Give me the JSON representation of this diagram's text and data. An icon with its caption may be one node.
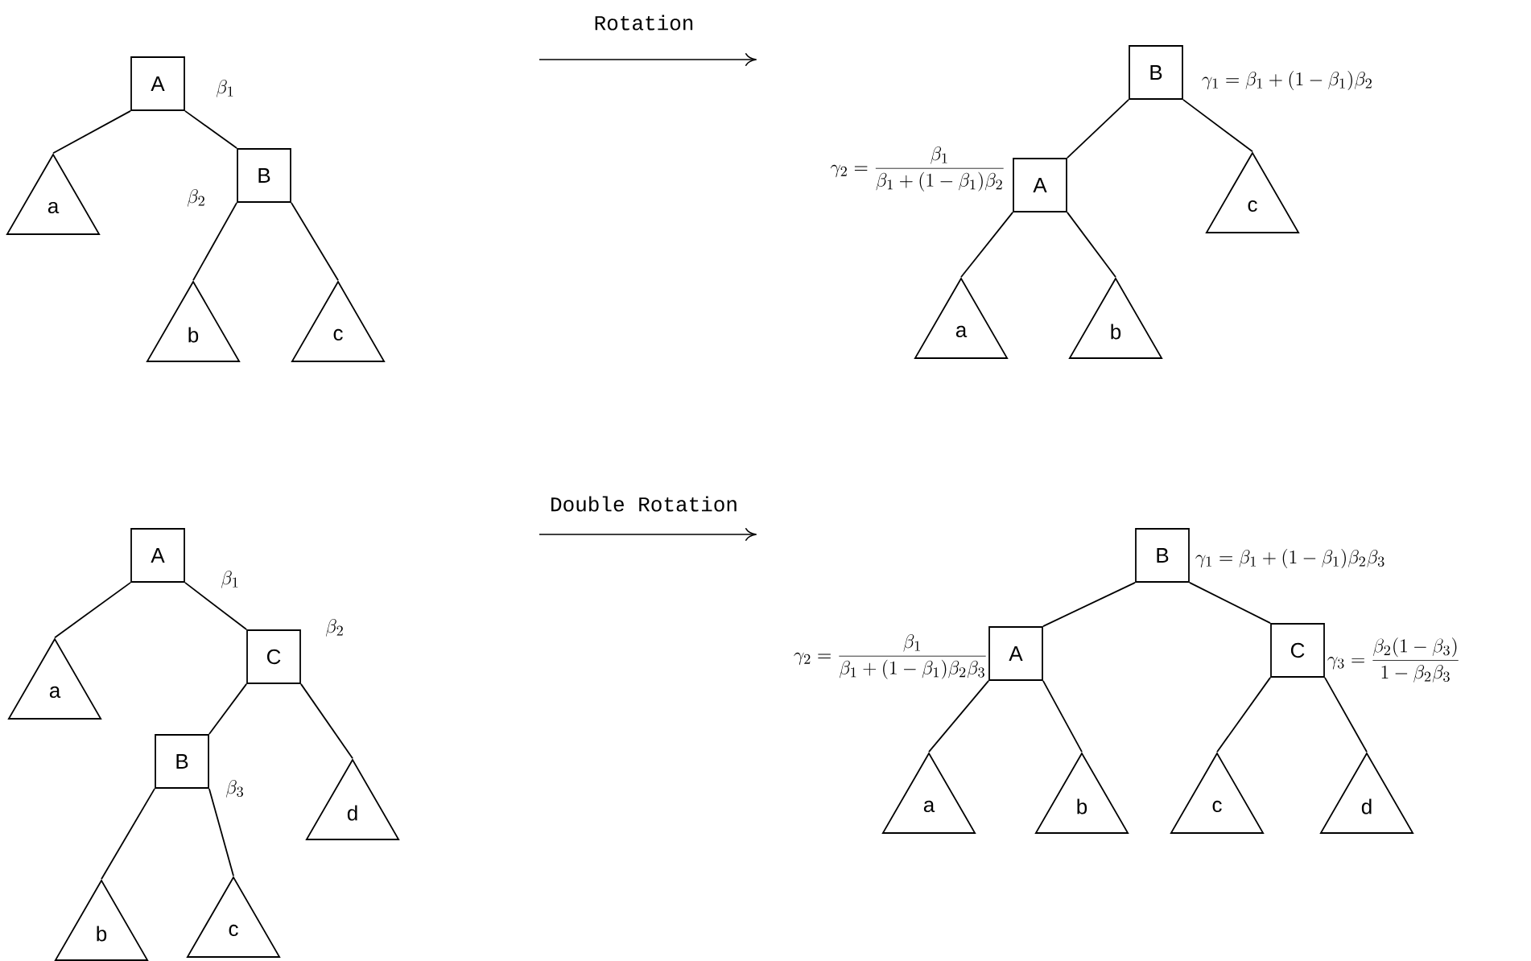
{
  "diagram": {
    "nodes": [
      {
        "text": [
          "A"
        ]
      },
      {
        "text": [
          "B"
        ]
      },
      {
        "text": [
          "a"
        ]
      },
      {
        "text": [
          "b"
        ]
      },
      {
        "text": [
          "c"
        ]
      },
      {
        "text": [
          "B"
        ]
      },
      {
        "text": [
          "A"
        ]
      },
      {
        "text": [
          "c"
        ]
      },
      {
        "text": [
          "a"
        ]
      },
      {
        "text": [
          "b"
        ]
      },
      {
        "text": [
          "A"
        ]
      },
      {
        "text": [
          "C"
        ]
      },
      {
        "text": [
          "a"
        ]
      },
      {
        "text": [
          "B"
        ]
      },
      {
        "text": [
          "d"
        ]
      },
      {
        "text": [
          "b"
        ]
      },
      {
        "text": [
          "c"
        ]
      },
      {
        "text": [
          "B"
        ]
      },
      {
        "text": [
          "A"
        ]
      },
      {
        "text": [
          "C"
        ]
      },
      {
        "text": [
          "a"
        ]
      },
      {
        "text": [
          "b"
        ]
      },
      {
        "text": [
          "c"
        ]
      },
      {
        "text": [
          "d"
        ]
      }
    ],
    "edges": [
      {
        "from": 0,
        "to": 1,
        "arrow": "none"
      },
      {
        "from": 0,
        "to": 2,
        "arrow": "none"
      },
      {
        "from": 1,
        "to": 3,
        "arrow": "none"
      },
      {
        "from": 1,
        "to": 4,
        "arrow": "none"
      },
      {
        "from": 5,
        "to": 6,
        "arrow": "none"
      },
      {
        "from": 5,
        "to": 7,
        "arrow": "none"
      },
      {
        "from": 6,
        "to": 8,
        "arrow": "none"
      },
      {
        "from": 6,
        "to": 9,
        "arrow": "none"
      },
      {
        "from": 10,
        "to": 12,
        "arrow": "none"
      },
      {
        "from": 10,
        "to": 11,
        "arrow": "none"
      },
      {
        "from": 11,
        "to": 13,
        "arrow": "none"
      },
      {
        "from": 11,
        "to": 14,
        "arrow": "none"
      },
      {
        "from": 13,
        "to": 15,
        "arrow": "none"
      },
      {
        "from": 13,
        "to": 16,
        "arrow": "none"
      },
      {
        "from": 17,
        "to": 18,
        "arrow": "none"
      },
      {
        "from": 17,
        "to": 19,
        "arrow": "none"
      },
      {
        "from": 18,
        "to": 20,
        "arrow": "none"
      },
      {
        "from": 18,
        "to": 21,
        "arrow": "none"
      },
      {
        "from": 19,
        "to": 22,
        "arrow": "none"
      },
      {
        "from": 19,
        "to": 23,
        "arrow": "none"
      }
    ],
    "labels": [
      "Rotation",
      "\\beta_1",
      "\\beta_2",
      "\\gamma_1=\\beta_1+(1-\\beta_1)\\beta_2",
      "\\gamma_2=\\frac{\\beta_1}{\\beta_1+(1-\\beta_1)\\beta_2}",
      "Double Rotation",
      "\\beta_1",
      "\\beta_2",
      "\\beta_3",
      "\\gamma_1=\\beta_1+(1-\\beta_1)\\beta_2\\beta_3",
      "\\gamma_2=\\frac{\\beta_1}{\\beta_1+(1-\\beta_1)\\beta_2\\beta_3}",
      "\\gamma_3=\\frac{\\beta_2(1-\\beta_3)}{1-\\beta_2\\beta_3}"
    ]
  }
}
